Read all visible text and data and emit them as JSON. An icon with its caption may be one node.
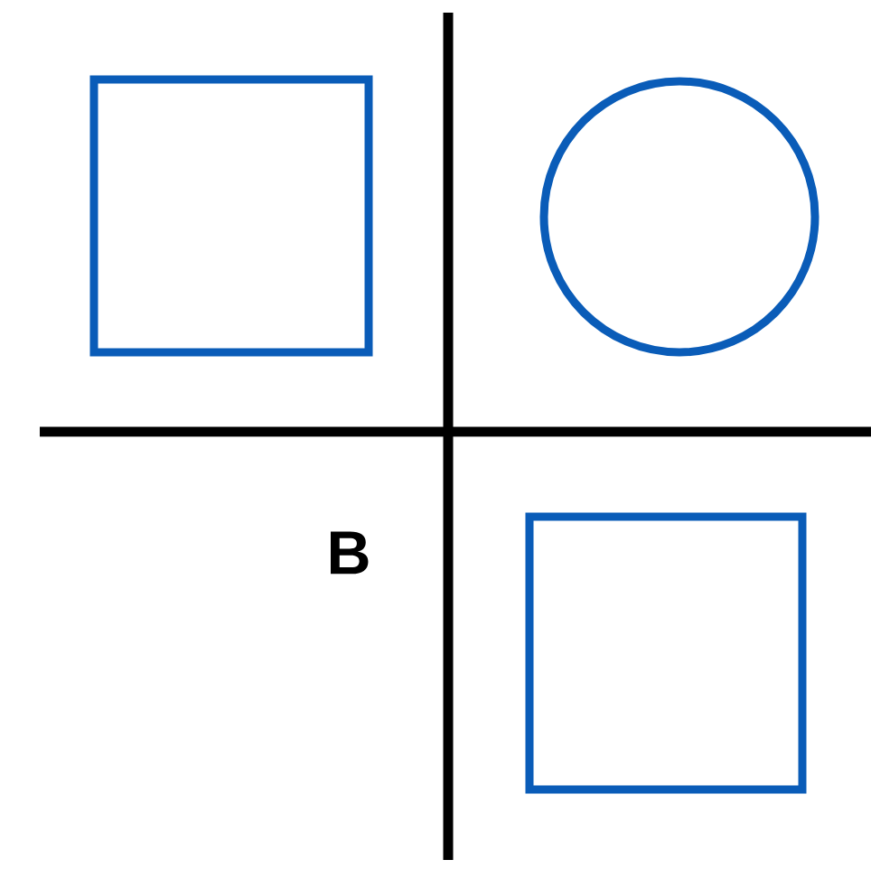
{
  "diagram": {
    "nodes": [
      {
        "text": [],
        "shape": "box"
      },
      {
        "text": [],
        "shape": "circle"
      },
      {
        "text": [],
        "shape": "box"
      }
    ],
    "labels": [
      "B"
    ]
  }
}
